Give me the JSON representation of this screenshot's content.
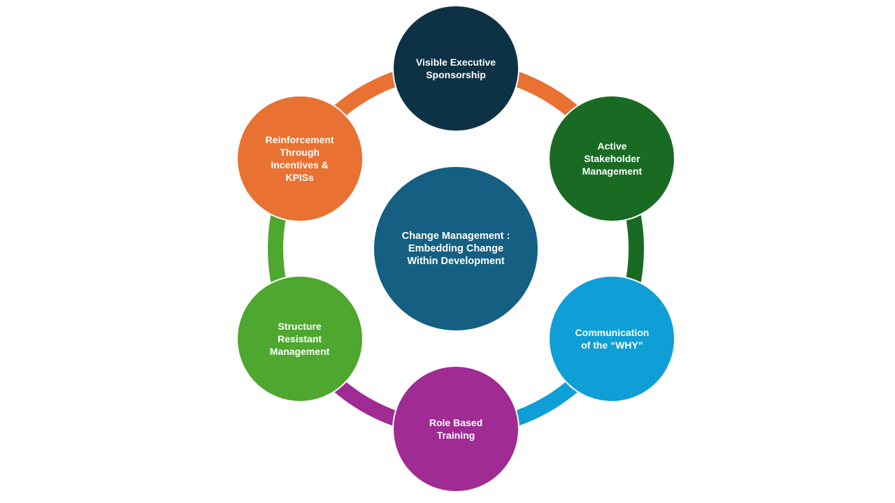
{
  "center": {
    "label": "Change Management :\nEmbedding Change\nWithin Development",
    "color": "#156082"
  },
  "nodes": [
    {
      "label": "Visible Executive\nSponsorship",
      "color": "#0E3245"
    },
    {
      "label": "Active\nStakeholder\nManagement",
      "color": "#196B24"
    },
    {
      "label": "Communication\nof the “WHY”",
      "color": "#0F9ED5"
    },
    {
      "label": "Role Based\nTraining",
      "color": "#A02B93"
    },
    {
      "label": "Structure\nResistant\nManagement",
      "color": "#4EA72E"
    },
    {
      "label": "Reinforcement\nThrough\nIncentives &\nKPISs",
      "color": "#E97132"
    }
  ],
  "arc_colors": [
    "#E97132",
    "#196B24",
    "#0F9ED5",
    "#A02B93",
    "#4EA72E",
    "#E97132"
  ]
}
